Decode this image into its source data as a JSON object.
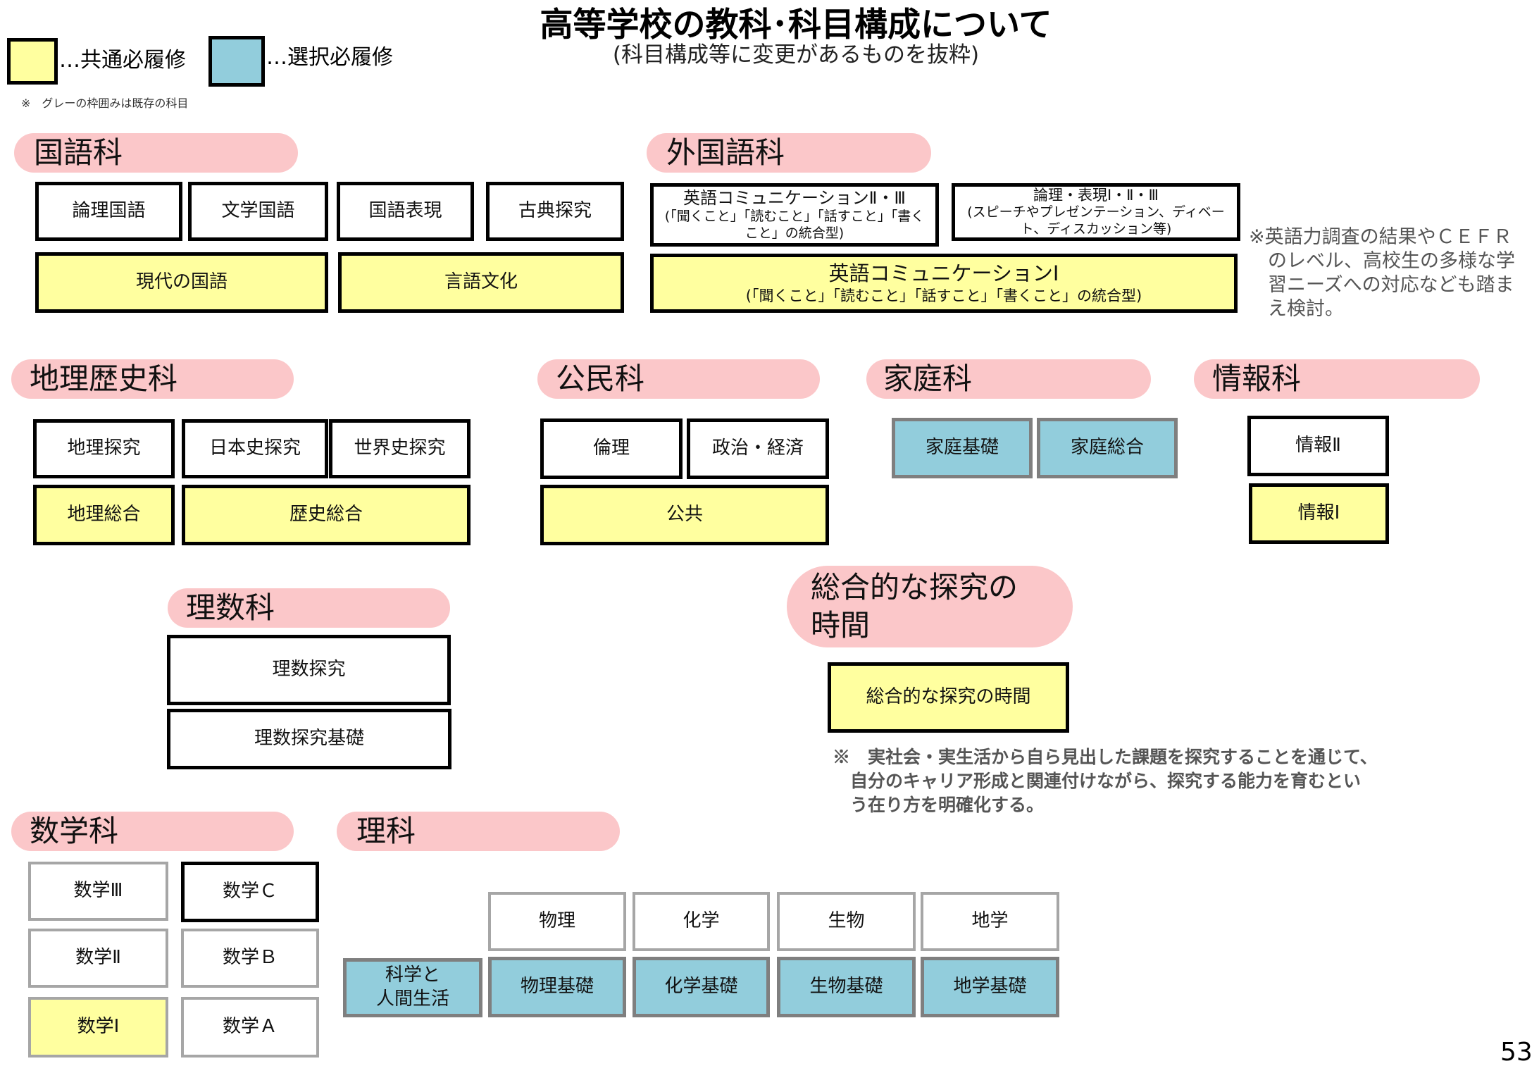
{
  "title": "高等学校の教科･科目構成について",
  "subtitle": "(科目構成等に変更があるものを抜粋)",
  "legend": {
    "common_label": "…共通必履修",
    "elective_label": "…選択必履修",
    "note": "※　グレーの枠囲みは既存の科目",
    "colors": {
      "common": "#ffff9f",
      "elective": "#92cddc",
      "category": "#fbc7c9"
    }
  },
  "categories": {
    "kokugo": {
      "label": "国語科",
      "subjects": {
        "ronri": "論理国語",
        "bungaku": "文学国語",
        "hyogen": "国語表現",
        "koten": "古典探究",
        "gendai": "現代の国語",
        "gengo": "言語文化"
      }
    },
    "gaikokugo": {
      "label": "外国語科",
      "comm23_main": "英語コミュニケーションⅡ・Ⅲ",
      "comm23_sub": "(「聞くこと」「読むこと」「話すこと」「書くこと」の統合型)",
      "ronri_main": "論理・表現Ⅰ・Ⅱ・Ⅲ",
      "ronri_sub": "(スピーチやプレゼンテーション、ディベート、ディスカッション等)",
      "comm1_main": "英語コミュニケーションⅠ",
      "comm1_sub": "(「聞くこと」「読むこと」「話すこと」「書くこと」の統合型)",
      "note": "※英語力調査の結果やＣＥＦＲ\n　のレベル、高校生の多様な学\n　習ニーズへの対応なども踏ま\n　え検討。"
    },
    "chiri_rekishi": {
      "label": "地理歴史科",
      "subjects": {
        "chiri_tankyu": "地理探究",
        "nihonshi": "日本史探究",
        "sekaishi": "世界史探究",
        "chiri_sogo": "地理総合",
        "rekishi_sogo": "歴史総合"
      }
    },
    "komin": {
      "label": "公民科",
      "subjects": {
        "rinri": "倫理",
        "seiji": "政治・経済",
        "kokyo": "公共"
      }
    },
    "katei": {
      "label": "家庭科",
      "subjects": {
        "kiso": "家庭基礎",
        "sogo": "家庭総合"
      }
    },
    "joho": {
      "label": "情報科",
      "subjects": {
        "joho2": "情報Ⅱ",
        "joho1": "情報Ⅰ"
      }
    },
    "risu": {
      "label": "理数科",
      "subjects": {
        "tankyu": "理数探究",
        "kiso": "理数探究基礎"
      }
    },
    "sogo_tankyu": {
      "label": "総合的な探究の時間",
      "subject": "総合的な探究の時間",
      "note": "※　実社会・実生活から自ら見出した課題を探究することを通じて、\n　自分のキャリア形成と関連付けながら、探究する能力を育むとい\n　う在り方を明確化する。"
    },
    "sugaku": {
      "label": "数学科",
      "subjects": {
        "s3": "数学Ⅲ",
        "sc": "数学Ｃ",
        "s2": "数学Ⅱ",
        "sb": "数学Ｂ",
        "s1": "数学Ⅰ",
        "sa": "数学Ａ"
      }
    },
    "rika": {
      "label": "理科",
      "subjects": {
        "butsuri": "物理",
        "kagaku": "化学",
        "seibutsu": "生物",
        "chigaku": "地学",
        "ningen_line1": "科学と",
        "ningen_line2": "人間生活",
        "butsuri_kiso": "物理基礎",
        "kagaku_kiso": "化学基礎",
        "seibutsu_kiso": "生物基礎",
        "chigaku_kiso": "地学基礎"
      }
    }
  },
  "page_number": "53"
}
